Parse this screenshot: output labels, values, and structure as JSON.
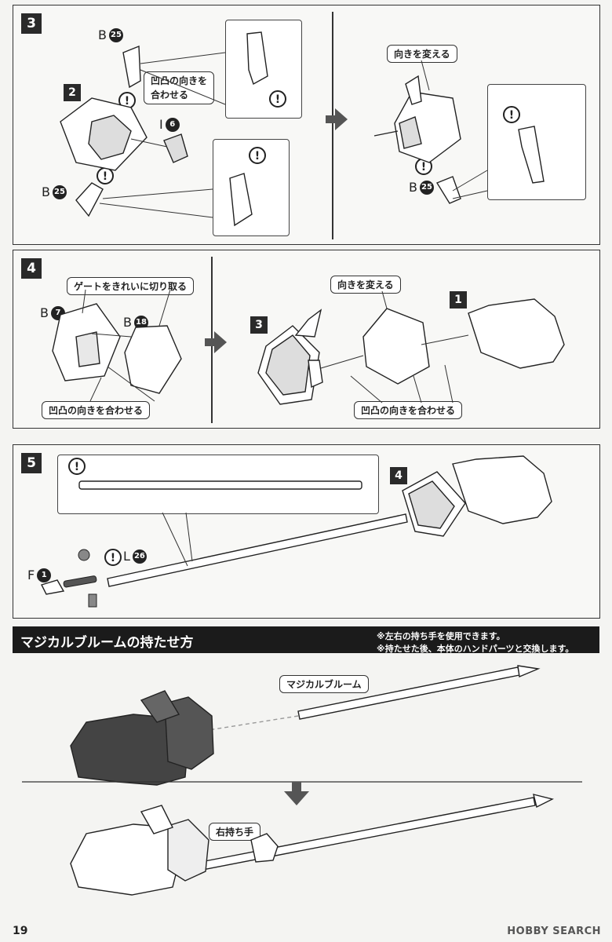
{
  "steps": [
    {
      "number": "3"
    },
    {
      "number": "4"
    },
    {
      "number": "5"
    }
  ],
  "step3": {
    "sub_number": "2",
    "parts": {
      "b25_top": "B",
      "b25_top_num": "25",
      "i6": "I",
      "i6_num": "6",
      "b25_bottom": "B",
      "b25_bottom_num": "25",
      "b25_right": "B",
      "b25_right_num": "25"
    },
    "label_align": "凹凸の向きを\n合わせる",
    "label_align_line1": "凹凸の向きを",
    "label_align_line2": "合わせる",
    "label_turn": "向きを変える"
  },
  "step4": {
    "parts": {
      "b7": "B",
      "b7_num": "7",
      "b18": "B",
      "b18_num": "18"
    },
    "label_gate": "ゲートをきれいに切り取る",
    "label_align_left": "凹凸の向きを合わせる",
    "label_turn": "向きを変える",
    "label_align_right": "凹凸の向きを合わせる",
    "ref_left": "3",
    "ref_right": "1"
  },
  "step5": {
    "parts": {
      "f1": "F",
      "f1_num": "1",
      "l26": "L",
      "l26_num": "26"
    },
    "ref": "4"
  },
  "section": {
    "title": "マジカルブルームの持たせ方",
    "note1": "※左右の持ち手を使用できます。",
    "note2": "※持たせた後、本体のハンドパーツと交換します。",
    "label_broom": "マジカルブルーム",
    "label_right_grip": "右持ち手"
  },
  "warning_symbol": "!",
  "page_number": "19",
  "watermark": "HOBBY SEARCH"
}
